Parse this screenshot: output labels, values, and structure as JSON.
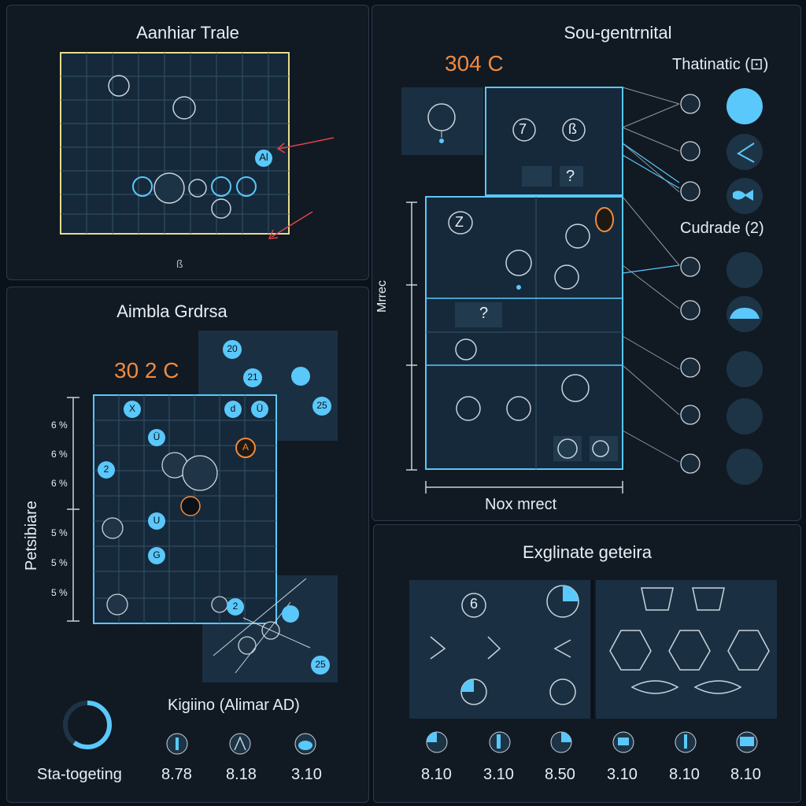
{
  "panels": {
    "top_left": {
      "title": "Aanhiar Trale",
      "grid_badge": "Al",
      "footer_glyph": "ß"
    },
    "top_right": {
      "title": "Sou-gentrnital",
      "temp": "304 C",
      "legend_1": "Thatinatic (⊡)",
      "legend_2": "Cudrade (2)",
      "side_label": "Mrrec",
      "bottom_label": "Nox mrect",
      "cell_glyphs": [
        "7",
        "ß",
        "?",
        "Z",
        "?"
      ]
    },
    "mid_left": {
      "title": "Aimbla Grdrsa",
      "temp": "30 2 C",
      "ylabel": "Petsibiare",
      "y_ticks": [
        "6 %",
        "6 %",
        "6 %",
        "5 %",
        "5 %",
        "5 %"
      ],
      "inset_top_badges": [
        "20",
        "21",
        "25"
      ],
      "inset_bottom_badges": [
        "2",
        "25"
      ],
      "grid_badges": [
        "X",
        "Ü",
        "2",
        "U",
        "G",
        "d",
        "Ü",
        "A"
      ],
      "caption": "Kigiino (Alimar AD)",
      "gauge_label": "Sta-togeting",
      "gauge_level": 0.6,
      "values": [
        "8.78",
        "8.18",
        "3.10"
      ]
    },
    "bottom_right": {
      "title": "Exglinate geteira",
      "cell_glyph": "6",
      "values": [
        "8.10",
        "3.10",
        "8.50",
        "3.10",
        "8.10",
        "8.10"
      ]
    }
  },
  "colors": {
    "accent": "#5ac8fa",
    "orange": "#f08a3c",
    "yellow": "#e8dd8a",
    "red": "#e0444a"
  }
}
